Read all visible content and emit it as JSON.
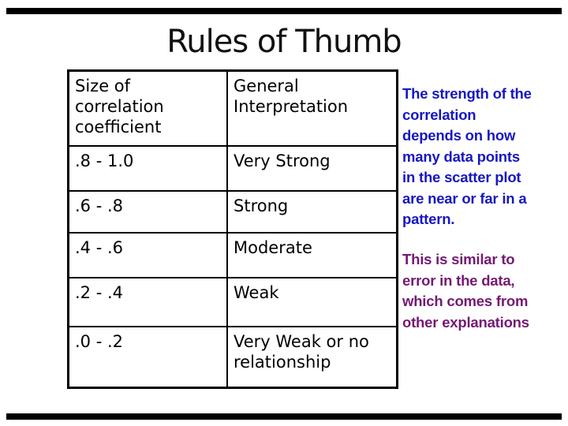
{
  "slide": {
    "title": "Rules of Thumb",
    "accent_bar_color": "#000000",
    "background_color": "#ffffff"
  },
  "table": {
    "columns": {
      "size": "Size of\ncorrelation\ncoefficient",
      "interpretation": "General\nInterpretation"
    },
    "rows": [
      {
        "range": ".8 - 1.0",
        "interpretation": "Very Strong"
      },
      {
        "range": ".6 - .8",
        "interpretation": "Strong"
      },
      {
        "range": ".4 - .6",
        "interpretation": "Moderate"
      },
      {
        "range": ".2 - .4",
        "interpretation": "Weak"
      },
      {
        "range": ".0 - .2",
        "interpretation": "Very Weak or no\nrelationship"
      }
    ]
  },
  "notes": {
    "strength": {
      "text": "The strength of the\ncorrelation\ndepends on how\nmany data points\nin the scatter plot\nare near or far in a\npattern.",
      "color": "#1717C1"
    },
    "error": {
      "text": "This is similar to\nerror in the data,\nwhich comes from\nother explanations",
      "color": "#741974"
    }
  }
}
